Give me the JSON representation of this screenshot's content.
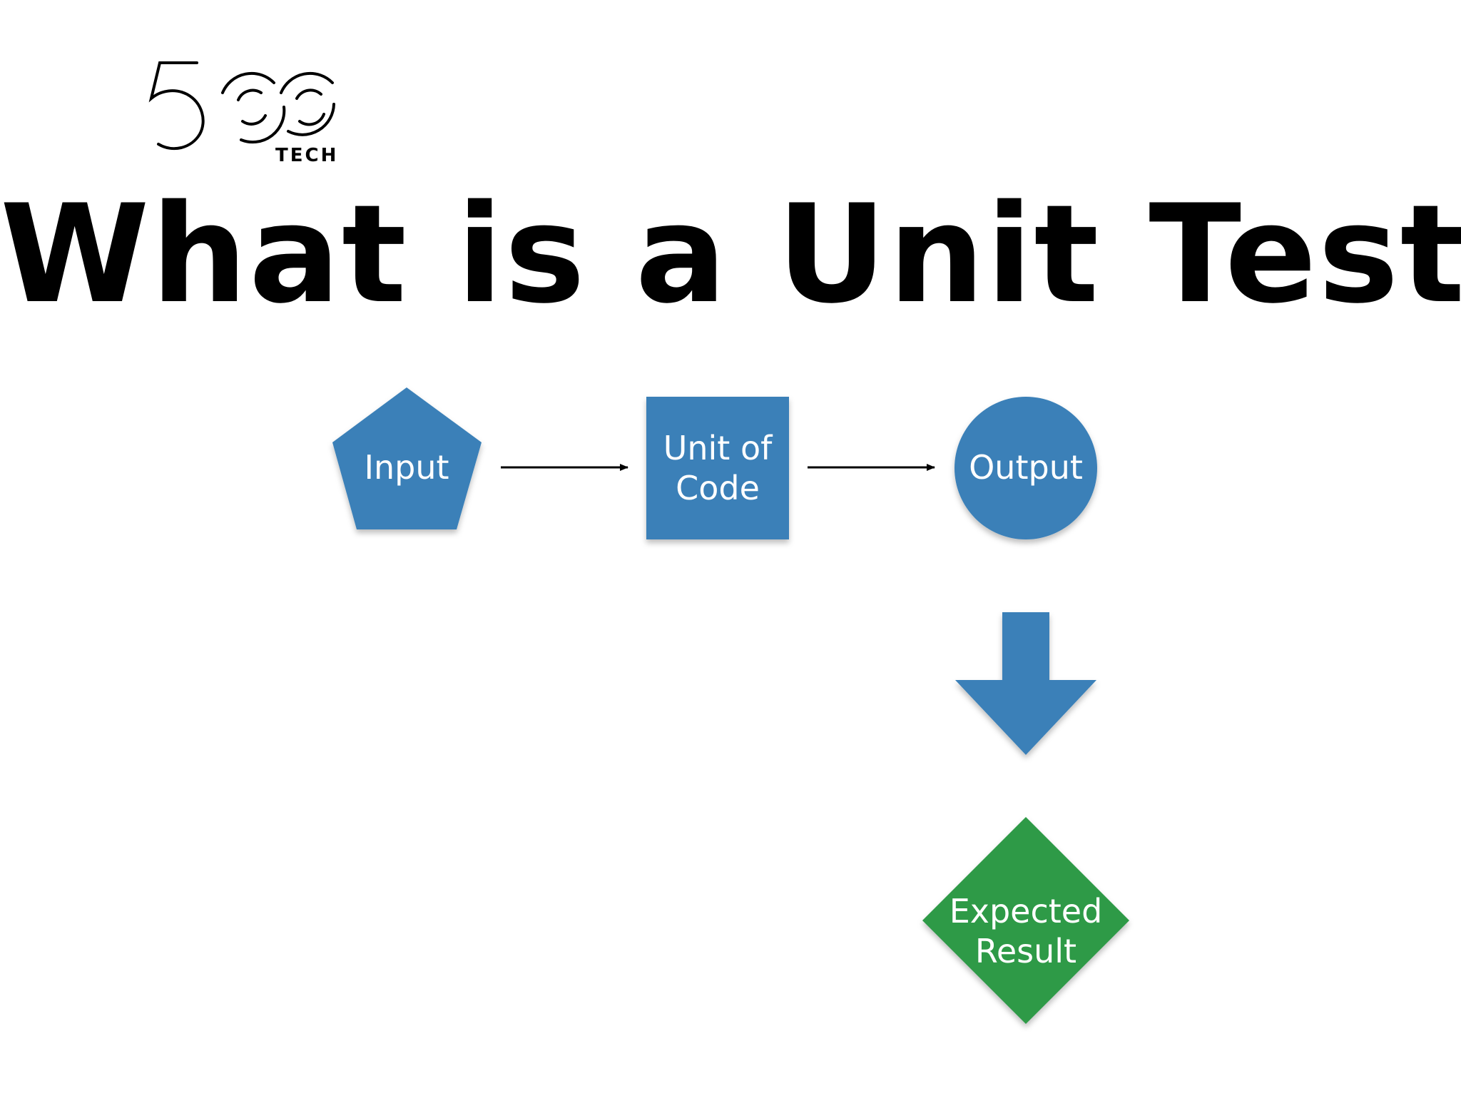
{
  "logo": {
    "numeral": "500",
    "wordmark": "TECH"
  },
  "title": "What is a Unit Test",
  "colors": {
    "process_blue": "#3a80b8",
    "result_green": "#2f9a46",
    "text_dark": "#000000",
    "text_light": "#ffffff"
  },
  "diagram": {
    "nodes": [
      {
        "id": "input",
        "shape": "pentagon",
        "label": "Input"
      },
      {
        "id": "unit",
        "shape": "square",
        "label": "Unit of\nCode"
      },
      {
        "id": "output",
        "shape": "circle",
        "label": "Output"
      },
      {
        "id": "expected",
        "shape": "diamond",
        "label": "Expected\nResult"
      }
    ],
    "edges": [
      {
        "from": "input",
        "to": "unit",
        "style": "thin-arrow"
      },
      {
        "from": "unit",
        "to": "output",
        "style": "thin-arrow"
      },
      {
        "from": "output",
        "to": "expected",
        "style": "block-arrow"
      }
    ]
  }
}
